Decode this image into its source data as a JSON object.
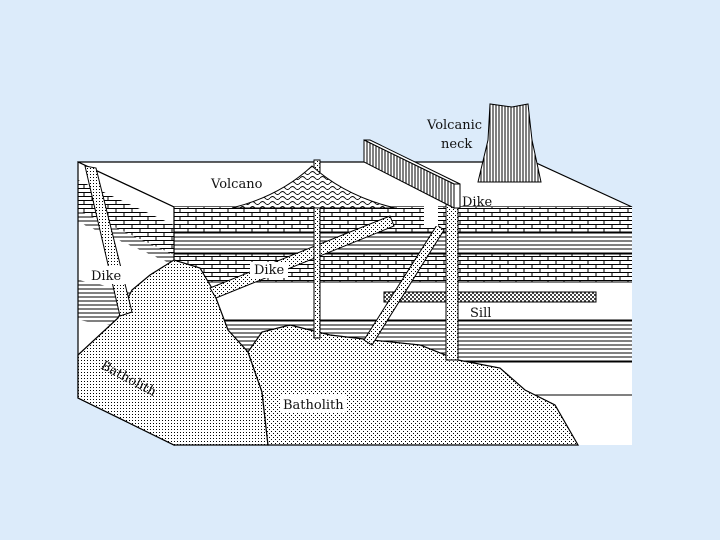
{
  "background_color": "#dcebfa",
  "diagram": {
    "labels": {
      "volcanic_neck_line1": "Volcanic",
      "volcanic_neck_line2": "neck",
      "volcano": "Volcano",
      "dike_top": "Dike",
      "dike_left": "Dike",
      "dike_middle": "Dike",
      "sill": "Sill",
      "batholith_left": "Batholith",
      "batholith_front": "Batholith"
    }
  }
}
